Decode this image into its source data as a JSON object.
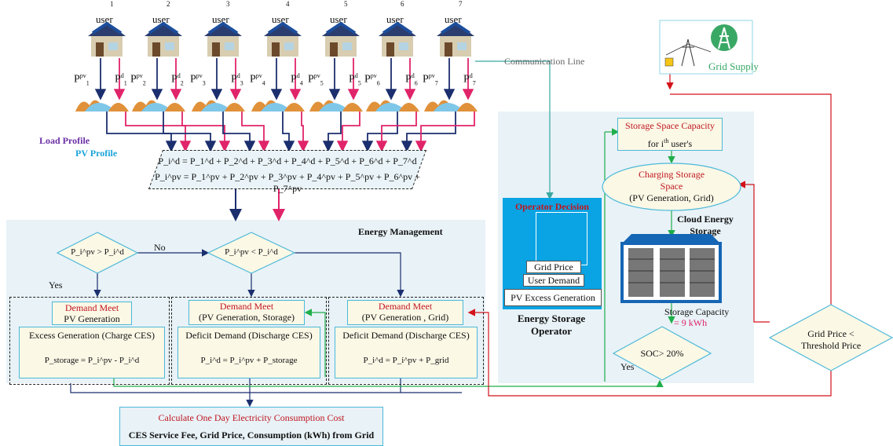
{
  "users": [
    {
      "label": "user",
      "num": "1",
      "pv_sub": "1",
      "d_sub": "1"
    },
    {
      "label": "user",
      "num": "2",
      "pv_sub": "2",
      "d_sub": "2"
    },
    {
      "label": "user",
      "num": "3",
      "pv_sub": "3",
      "d_sub": "3"
    },
    {
      "label": "user",
      "num": "4",
      "pv_sub": "4",
      "d_sub": "4"
    },
    {
      "label": "user",
      "num": "5",
      "pv_sub": "5",
      "d_sub": "5"
    },
    {
      "label": "user",
      "num": "6",
      "pv_sub": "6",
      "d_sub": "6"
    },
    {
      "label": "user",
      "num": "7",
      "pv_sub": "7",
      "d_sub": "7"
    }
  ],
  "power_symbol": "P",
  "pv_sup": "pv",
  "d_sup": "d",
  "load_profile": "Load Profile",
  "pv_profile": "PV Profile",
  "communication_line": "Communication Line",
  "grid_supply": "Grid Supply",
  "formula_line1": "P_i^d = P_1^d + P_2^d + P_3^d + P_4^d + P_5^d + P_6^d + P_7^d",
  "formula_line2": "P_i^pv = P_1^pv + P_2^pv + P_3^pv + P_4^pv + P_5^pv + P_6^pv + P_7^pv",
  "energy_management": "Energy Management",
  "decision1": "P_i^pv > P_i^d",
  "decision2": "P_i^pv < P_i^d",
  "no_label": "No",
  "yes_label": "Yes",
  "blocks": [
    {
      "title": "Demand Meet",
      "subtitle": "PV Generation",
      "mode": "Excess Generation (Charge CES)",
      "eq": "P_storage = P_i^pv - P_i^d"
    },
    {
      "title": "Demand Meet",
      "subtitle": "(PV Generation, Storage)",
      "mode": "Deficit Demand (Discharge CES)",
      "eq": "P_i^d = P_i^pv + P_storage"
    },
    {
      "title": "Demand Meet",
      "subtitle": "(PV Generation , Grid)",
      "mode": "Deficit Demand (Discharge CES)",
      "eq": "P_i^d = P_i^pv + P_grid"
    }
  ],
  "cost_title": "Calculate One Day Electricity Consumption Cost",
  "cost_sub": "CES Service Fee, Grid Price, Consumption (kWh) from Grid",
  "operator": {
    "title": "Operator Decision",
    "items": [
      "Grid Price",
      "User Demand",
      "PV Excess Generation"
    ],
    "caption": "Energy Storage Operator"
  },
  "storage_space": {
    "line1": "Storage Space Capacity",
    "line2": "for i",
    "sup": "th",
    "line2b": "user's"
  },
  "charging": {
    "line1": "Charging Storage",
    "line2": "Space",
    "line3": "(PV Generation, Grid)"
  },
  "cloud_storage": "Cloud Energy Storage",
  "storage_capacity": "Storage Capacity",
  "storage_value": "= 9 kWh",
  "soc": "SOC> 20%",
  "soc_yes": "Yes",
  "grid_price": "Grid Price <",
  "threshold": "Threshold Price",
  "colors": {
    "navy": "#1b2e6e",
    "pink": "#e0246a",
    "green": "#1fae4a",
    "red": "#d3121a",
    "teal": "#3aa8a0",
    "panel": "#e8f2f7"
  }
}
